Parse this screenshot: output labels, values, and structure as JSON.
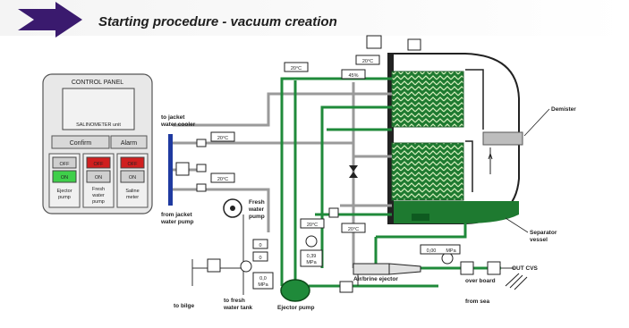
{
  "title": "Starting procedure - vacuum creation",
  "control_panel": {
    "heading": "CONTROL PANEL",
    "display_text": "SALINOMETER unit",
    "confirm_label": "Confirm",
    "alarm_label": "Alarm",
    "groups": [
      {
        "off": "OFF",
        "on": "ON",
        "label1": "Ejector",
        "label2": "pump",
        "label3": ""
      },
      {
        "off": "OFF",
        "on": "ON",
        "label1": "Fresh",
        "label2": "water",
        "label3": "pump"
      },
      {
        "off": "OFF",
        "on": "ON",
        "label1": "Saline",
        "label2": "meter",
        "label3": ""
      }
    ]
  },
  "labels": {
    "to_jacket_1": "to jacket",
    "to_jacket_2": "water cooler",
    "from_jacket_1": "from jacket",
    "from_jacket_2": "water pump",
    "fresh_water_pump_1": "Fresh",
    "fresh_water_pump_2": "water",
    "fresh_water_pump_3": "pump",
    "demister": "Demister",
    "separator_1": "Separator",
    "separator_2": "vessel",
    "air_brine_ejector": "Air/brine ejector",
    "ejector_pump": "Ejector pump",
    "out_cvs": "OUT CVS",
    "over_board": "over board",
    "from_sea": "from sea",
    "to_bilge": "to bilge",
    "to_fresh_1": "to fresh",
    "to_fresh_2": "water tank"
  },
  "readouts": {
    "t1": "20°C",
    "t2": "20°C",
    "t3": "20°C",
    "t4": "20°C",
    "t5": "20°C",
    "t6": "20°C",
    "pct1": "45%",
    "pct2": "0",
    "p1": "0,39",
    "p1_unit": "MPa",
    "p2": "0,0",
    "p2_unit": "MPa",
    "p3": "0,00",
    "p3_unit": "MPa",
    "small1": "0"
  },
  "colors": {
    "pipe_green": "#1f8a3a",
    "pipe_grey": "#9a9a9a",
    "coil_green": "#1e7a30",
    "button_green": "#3fcf4a",
    "button_red": "#d02020",
    "arrow_purple": "#3a1a6e"
  }
}
